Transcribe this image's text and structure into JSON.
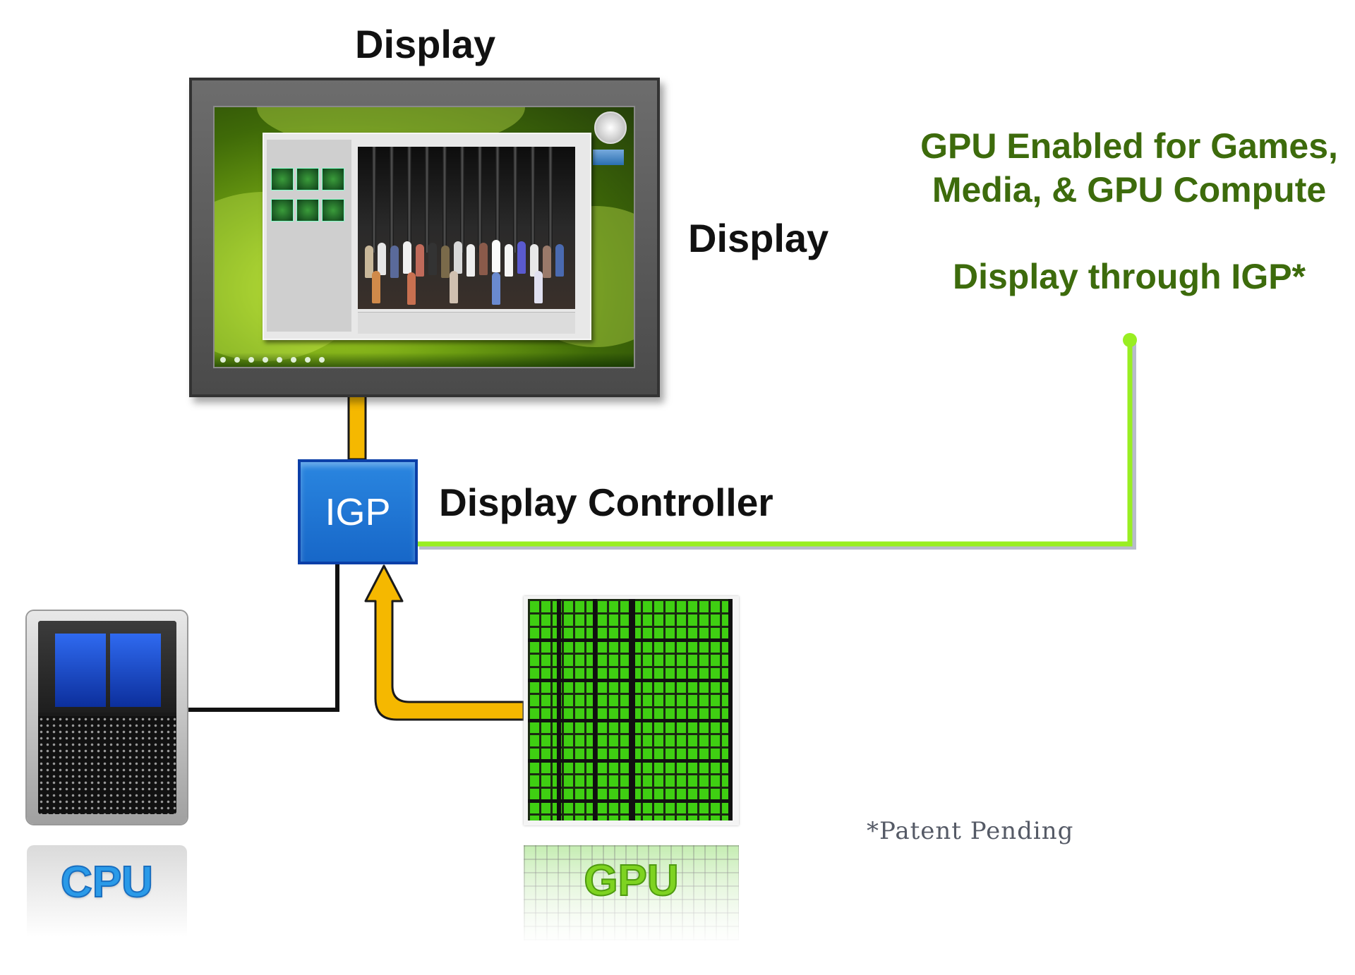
{
  "labels": {
    "display_top": "Display",
    "display_right": "Display",
    "display_controller": "Display Controller",
    "igp": "IGP",
    "cpu": "CPU",
    "gpu": "GPU",
    "caption_line1": "GPU Enabled for Games,",
    "caption_line2": "Media, & GPU Compute",
    "caption_line3": "Display through IGP*",
    "footnote": "*Patent Pending"
  },
  "colors": {
    "arrow_yellow": "#f5b800",
    "link_green": "#99ee22",
    "caption_green": "#3d6b0c",
    "igp_blue": "#1a6fd0",
    "cpu_label_blue": "#2a9ae8",
    "gpu_label_green": "#7ed321"
  },
  "connections": [
    {
      "from": "IGP",
      "to": "Display",
      "style": "yellow-arrow"
    },
    {
      "from": "GPU",
      "to": "IGP",
      "style": "yellow-arrow"
    },
    {
      "from": "CPU",
      "to": "IGP",
      "style": "black-line"
    },
    {
      "from": "IGP",
      "to": "GPU caption",
      "style": "green-line"
    }
  ]
}
